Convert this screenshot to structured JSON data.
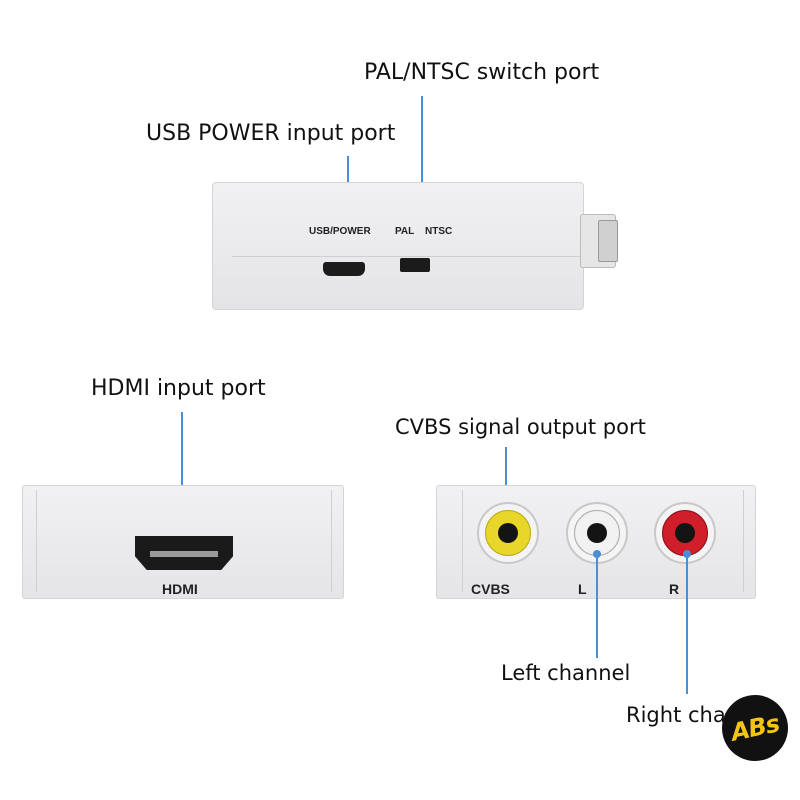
{
  "labels": {
    "pal_ntsc": "PAL/NTSC switch port",
    "usb_power": "USB POWER input port",
    "hdmi_input": "HDMI  input port",
    "cvbs_output": "CVBS signal output port",
    "left_channel": "Left channel",
    "right_channel": "Right cha"
  },
  "device_text": {
    "usb_power": "USB/POWER",
    "pal": "PAL",
    "ntsc": "NTSC",
    "hdmi": "HDMI",
    "cvbs": "CVBS",
    "l": "L",
    "r": "R"
  },
  "logo": {
    "text": "ABs"
  },
  "colors": {
    "leader": "#4a8fd6",
    "device": "#ebebed",
    "cvbs_ring": "#e8d62a",
    "l_ring": "#f2f2f2",
    "r_ring": "#d01e2a",
    "logo_bg": "#111111",
    "logo_text": "#f3c316"
  }
}
